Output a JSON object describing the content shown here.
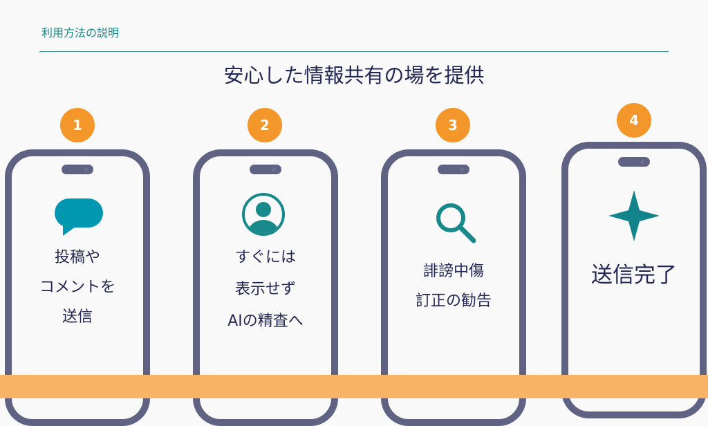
{
  "header": {
    "section": "利用方法の説明",
    "title": "安心した情報共有の場を提供"
  },
  "steps": [
    {
      "number": "1",
      "icon": "speech-bubble-icon",
      "lines": [
        "投稿や",
        "コメントを",
        "送信"
      ]
    },
    {
      "number": "2",
      "icon": "user-icon",
      "lines": [
        "すぐには",
        "表示せず",
        "AIの精査へ"
      ]
    },
    {
      "number": "3",
      "icon": "search-icon",
      "lines": [
        "誹謗中傷",
        "訂正の勧告"
      ]
    },
    {
      "number": "4",
      "icon": "sparkle-icon",
      "lines": [
        "送信完了"
      ]
    }
  ],
  "colors": {
    "accent": "#f4972a",
    "teal": "#17898a",
    "phone": "#5f6282",
    "bar": "#f8b366"
  }
}
